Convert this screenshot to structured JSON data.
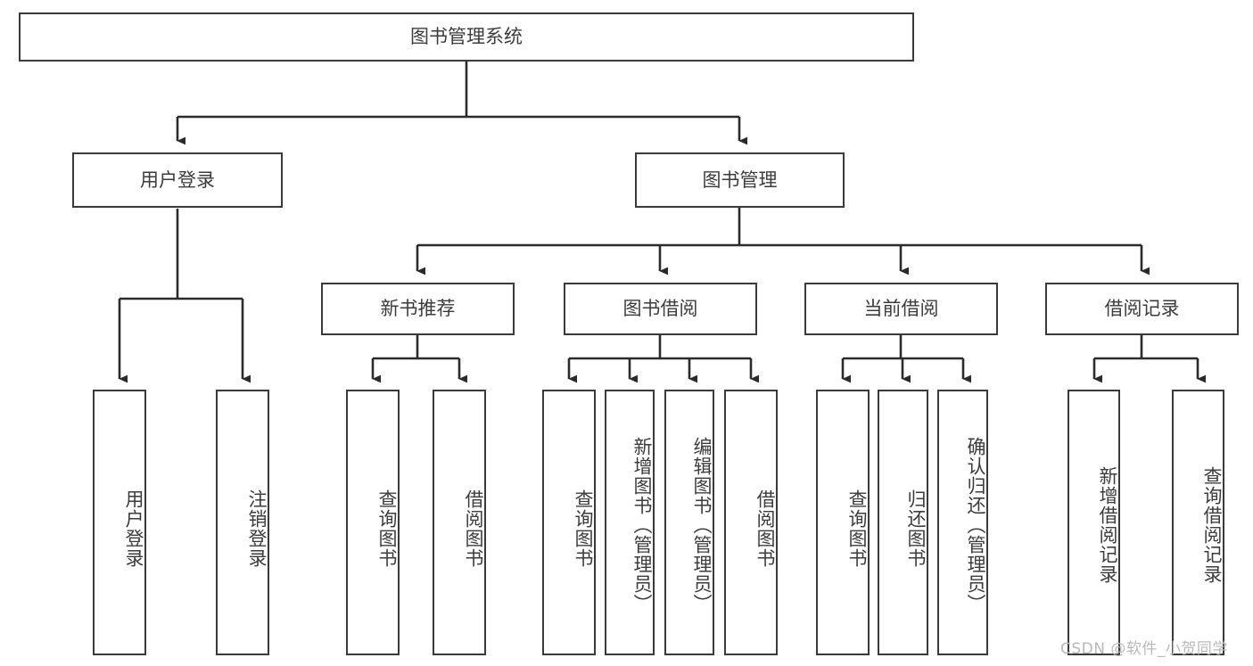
{
  "diagram": {
    "title": "图书管理系统",
    "type": "hierarchy-tree",
    "watermark": "CSDN @软件_小贺同学",
    "colors": {
      "box_border": "#3a3a3a",
      "box_fill": "#ffffff",
      "edge": "#2b2b2b",
      "text": "#3c3c3c",
      "watermark": "#b9b9b9",
      "background": "#ffffff"
    },
    "nodes": {
      "root": {
        "label": "图书管理系统",
        "level": 0,
        "orientation": "horizontal"
      },
      "user_login": {
        "label": "用户登录",
        "level": 1,
        "orientation": "horizontal"
      },
      "book_manage": {
        "label": "图书管理",
        "level": 1,
        "orientation": "horizontal"
      },
      "new_book_rec": {
        "label": "新书推荐",
        "level": 2,
        "orientation": "horizontal"
      },
      "book_borrow": {
        "label": "图书借阅",
        "level": 2,
        "orientation": "horizontal"
      },
      "current_borrow": {
        "label": "当前借阅",
        "level": 2,
        "orientation": "horizontal"
      },
      "borrow_record": {
        "label": "借阅记录",
        "level": 2,
        "orientation": "horizontal"
      },
      "leaf_user_login": {
        "label": "用户登录",
        "level": 2,
        "orientation": "vertical"
      },
      "leaf_logout": {
        "label": "注销登录",
        "level": 2,
        "orientation": "vertical"
      },
      "leaf_query_book_1": {
        "label": "查询图书",
        "level": 3,
        "orientation": "vertical"
      },
      "leaf_borrow_book_1": {
        "label": "借阅图书",
        "level": 3,
        "orientation": "vertical"
      },
      "leaf_query_book_2": {
        "label": "查询图书",
        "level": 3,
        "orientation": "vertical"
      },
      "leaf_add_book": {
        "label": "新增图书（管理员）",
        "level": 3,
        "orientation": "vertical"
      },
      "leaf_edit_book": {
        "label": "编辑图书（管理员）",
        "level": 3,
        "orientation": "vertical"
      },
      "leaf_borrow_book_2": {
        "label": "借阅图书",
        "level": 3,
        "orientation": "vertical"
      },
      "leaf_query_book_3": {
        "label": "查询图书",
        "level": 3,
        "orientation": "vertical"
      },
      "leaf_return_book": {
        "label": "归还图书",
        "level": 3,
        "orientation": "vertical"
      },
      "leaf_confirm_return": {
        "label": "确认归还（管理员）",
        "level": 3,
        "orientation": "vertical"
      },
      "leaf_add_record": {
        "label": "新增借阅记录",
        "level": 3,
        "orientation": "vertical"
      },
      "leaf_query_record": {
        "label": "查询借阅记录",
        "level": 3,
        "orientation": "vertical"
      }
    },
    "edges": [
      {
        "from": "root",
        "to": "user_login"
      },
      {
        "from": "root",
        "to": "book_manage"
      },
      {
        "from": "user_login",
        "to": "leaf_user_login"
      },
      {
        "from": "user_login",
        "to": "leaf_logout"
      },
      {
        "from": "book_manage",
        "to": "new_book_rec"
      },
      {
        "from": "book_manage",
        "to": "book_borrow"
      },
      {
        "from": "book_manage",
        "to": "current_borrow"
      },
      {
        "from": "book_manage",
        "to": "borrow_record"
      },
      {
        "from": "new_book_rec",
        "to": "leaf_query_book_1"
      },
      {
        "from": "new_book_rec",
        "to": "leaf_borrow_book_1"
      },
      {
        "from": "book_borrow",
        "to": "leaf_query_book_2"
      },
      {
        "from": "book_borrow",
        "to": "leaf_add_book"
      },
      {
        "from": "book_borrow",
        "to": "leaf_edit_book"
      },
      {
        "from": "book_borrow",
        "to": "leaf_borrow_book_2"
      },
      {
        "from": "current_borrow",
        "to": "leaf_query_book_3"
      },
      {
        "from": "current_borrow",
        "to": "leaf_return_book"
      },
      {
        "from": "current_borrow",
        "to": "leaf_confirm_return"
      },
      {
        "from": "borrow_record",
        "to": "leaf_add_record"
      },
      {
        "from": "borrow_record",
        "to": "leaf_query_record"
      }
    ]
  }
}
